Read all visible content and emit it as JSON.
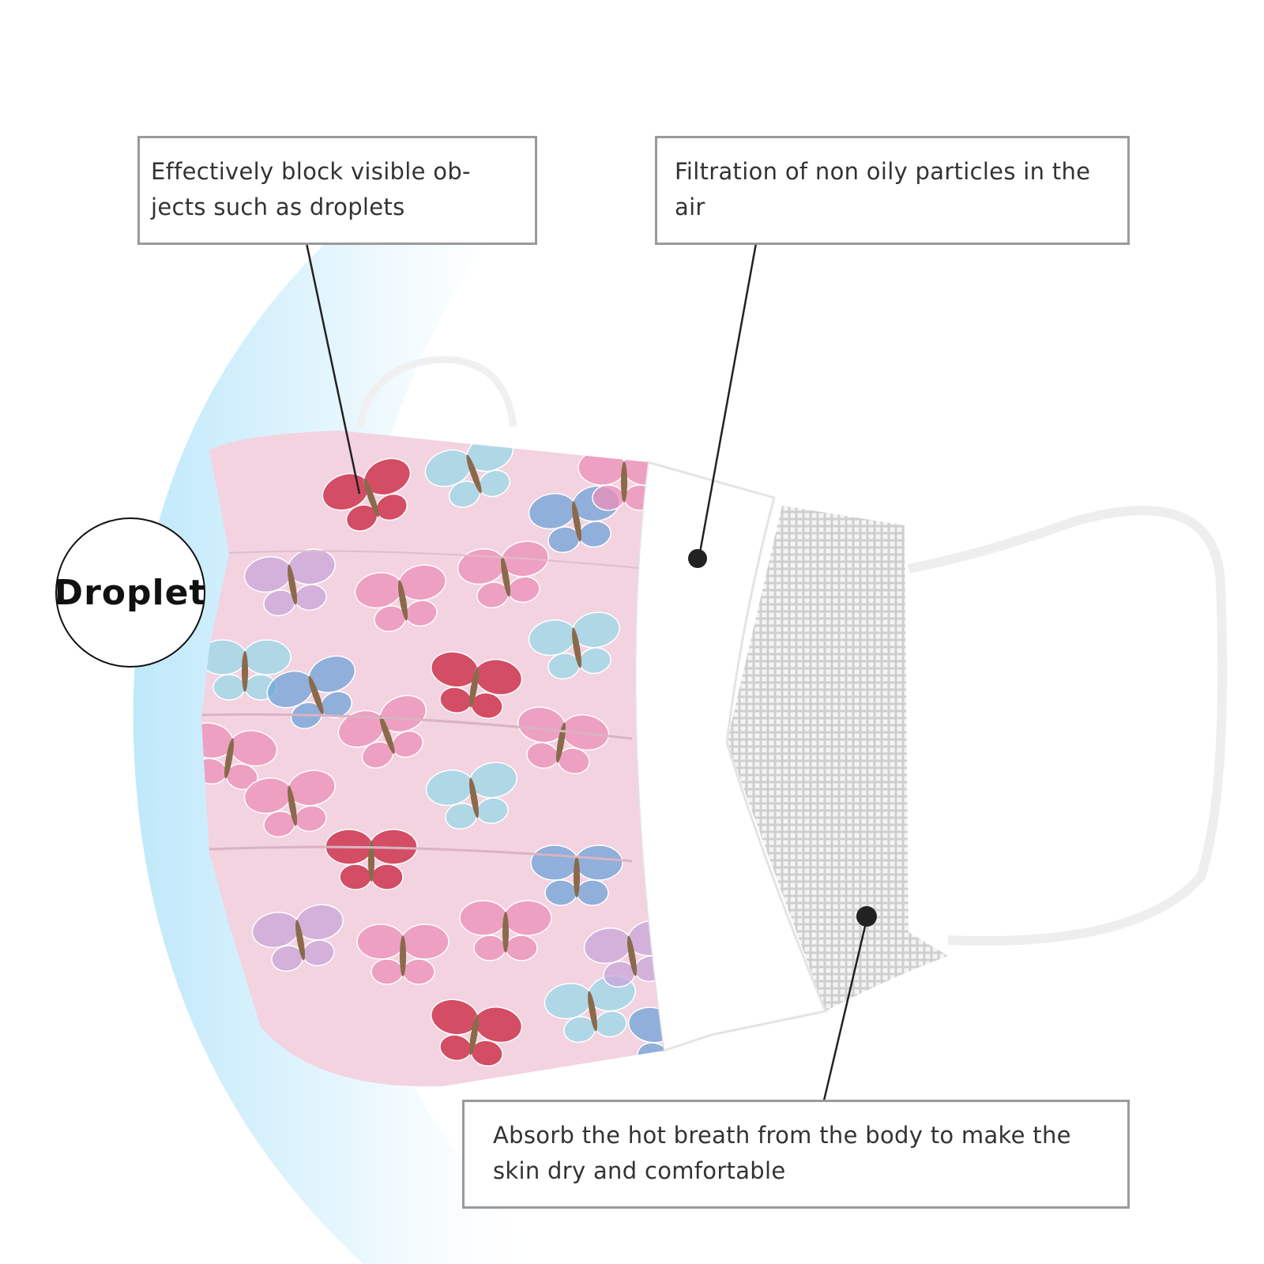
{
  "callouts": {
    "block": "Effectively block visible ob-jects such as droplets",
    "filtration": "Filtration of non oily particles in the air",
    "absorb": "Absorb the hot breath from the body to make the skin dry and comfortable"
  },
  "droplet_label": "Droplet",
  "colors": {
    "mask_pink": "#f3d3e0",
    "shield_blue": "#cdeefc",
    "butterfly_pink": "#ec8fb8",
    "butterfly_blue": "#6fa3d8",
    "butterfly_cyan": "#9ad8e8",
    "butterfly_lilac": "#c9a6da",
    "butterfly_red": "#c8203c"
  }
}
